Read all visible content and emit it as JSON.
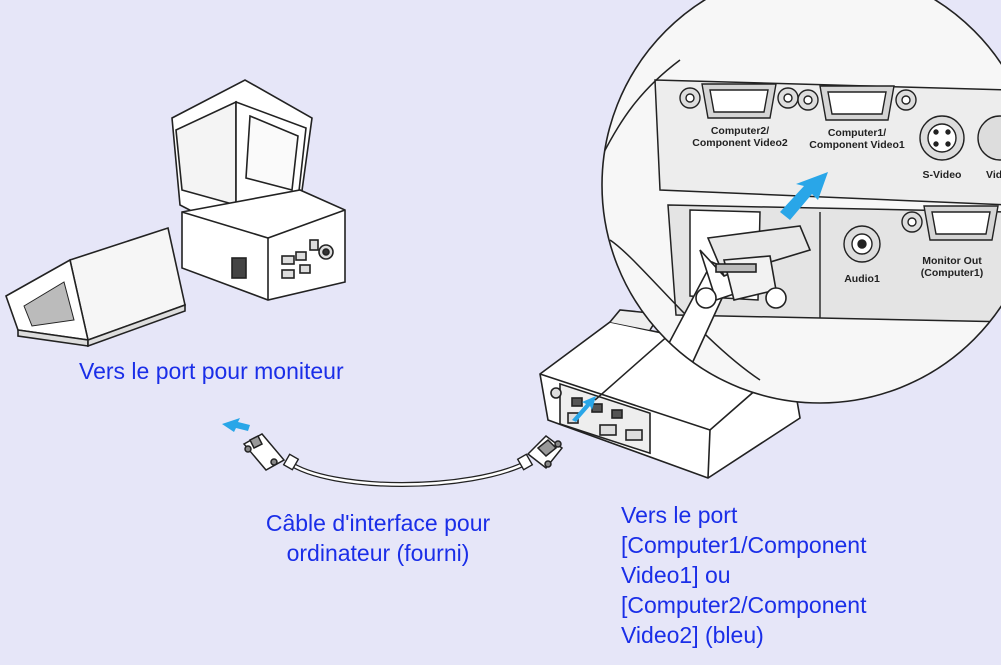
{
  "captions": {
    "monitor_port": "Vers le port pour moniteur",
    "cable": "Câble d'interface pour ordinateur (fourni)",
    "projector_port": "Vers le port\n[Computer1/Component\nVideo1] ou\n[Computer2/Component\nVideo2] (bleu)"
  },
  "ports": {
    "computer2_line1": "Computer2/",
    "computer2_line2": "Component Video2",
    "computer1_line1": "Computer1/",
    "computer1_line2": "Component Video1",
    "svideo": "S-Video",
    "video_partial": "Vid",
    "audio1": "Audio1",
    "monitor_out_line1": "Monitor Out",
    "monitor_out_line2": "(Computer1)"
  },
  "colors": {
    "background": "#e6e6f8",
    "caption_text": "#1a2ee8",
    "arrow": "#29a6e8",
    "line_art": "#222222"
  }
}
